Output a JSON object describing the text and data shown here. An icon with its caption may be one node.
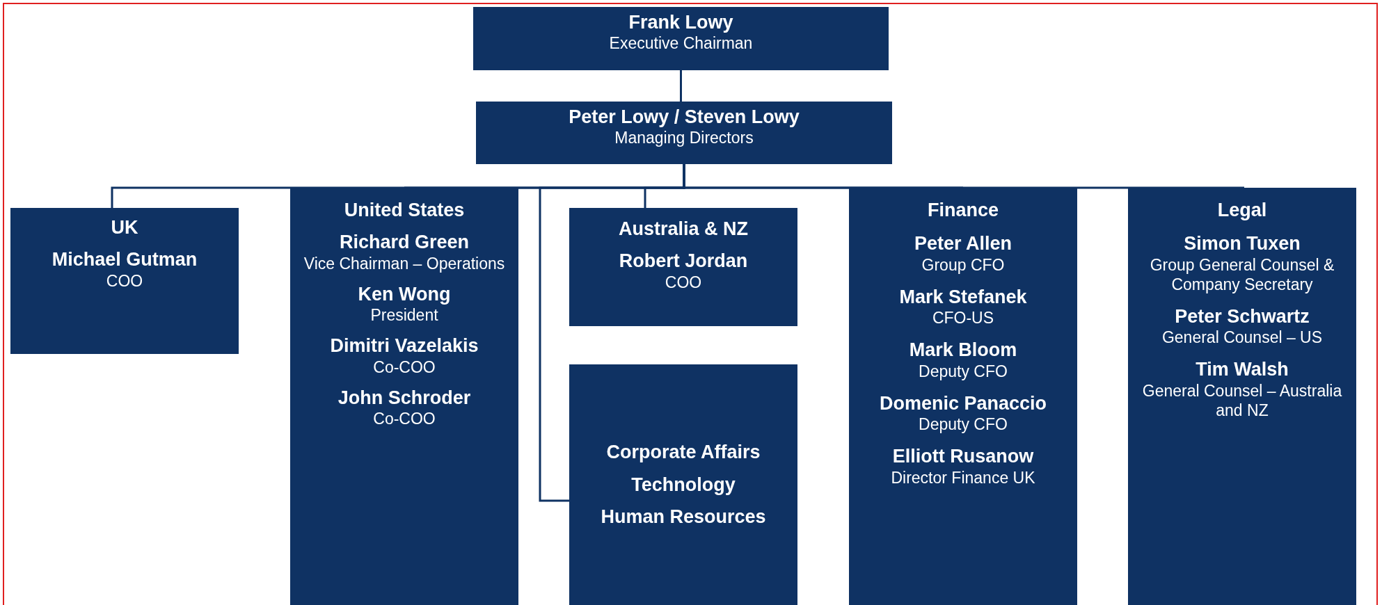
{
  "diagram": {
    "nodes": [
      {
        "text": [
          "Frank Lowy",
          "Executive Chairman"
        ]
      },
      {
        "text": [
          "Peter Lowy / Steven Lowy",
          "Managing Directors"
        ]
      },
      {
        "text": [
          "UK",
          "Michael Gutman",
          "COO"
        ]
      },
      {
        "text": [
          "United States",
          "Richard Green",
          "Vice Chairman – Operations",
          "Ken Wong",
          "President",
          "Dimitri Vazelakis",
          "Co-COO",
          "John Schroder",
          "Co-COO"
        ]
      },
      {
        "text": [
          "Australia & NZ",
          "Robert Jordan",
          "COO"
        ]
      },
      {
        "text": [
          "Corporate Affairs",
          "Technology",
          "Human Resources"
        ]
      },
      {
        "text": [
          "Finance",
          "Peter Allen",
          "Group CFO",
          "Mark Stefanek",
          "CFO-US",
          "Mark Bloom",
          "Deputy CFO",
          "Domenic Panaccio",
          "Deputy CFO",
          "Elliott Rusanow",
          "Director Finance UK"
        ]
      },
      {
        "text": [
          "Legal",
          "Simon Tuxen",
          "Group General Counsel & Company Secretary",
          "Peter Schwartz",
          "General Counsel – US",
          "Tim Walsh",
          "General Counsel – Australia and NZ"
        ]
      }
    ],
    "edges": [
      {
        "from": 0,
        "to": 1,
        "arrow": "none"
      },
      {
        "from": 1,
        "to": 2,
        "arrow": "none"
      },
      {
        "from": 1,
        "to": 3,
        "arrow": "none"
      },
      {
        "from": 1,
        "to": 4,
        "arrow": "none"
      },
      {
        "from": 1,
        "to": 5,
        "arrow": "none"
      },
      {
        "from": 1,
        "to": 6,
        "arrow": "none"
      },
      {
        "from": 1,
        "to": 7,
        "arrow": "none"
      }
    ]
  }
}
